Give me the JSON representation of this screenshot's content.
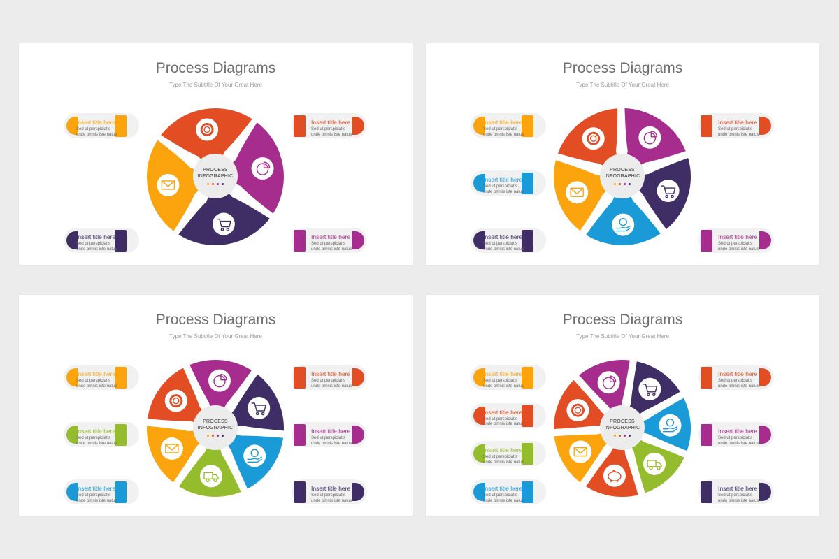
{
  "slide_title": "Process Diagrams",
  "slide_subtitle": "Type The Subtitle Of Your Great Here",
  "center_line1": "PROCESS",
  "center_line2": "INFOGRAPHIC",
  "item_title": "Insert title here",
  "item_desc": "Sed ut perspiciatis\nunde omnis iste natus",
  "colors": {
    "orange": "#fca40d",
    "red": "#e24d24",
    "purple": "#a62c8e",
    "navy": "#3f2e66",
    "blue": "#1a9bd7",
    "green": "#94bc2c",
    "text_gray": "#6e6e6e",
    "dots": [
      "#fca40d",
      "#e24d24",
      "#a62c8e",
      "#3f2e66"
    ]
  },
  "slides": [
    {
      "segments": [
        {
          "color": "orange",
          "icon": "envelope-icon"
        },
        {
          "color": "red",
          "icon": "gear-icon"
        },
        {
          "color": "purple",
          "icon": "pie-chart-icon"
        },
        {
          "color": "navy",
          "icon": "shopping-cart-icon"
        }
      ],
      "labels_left": [
        "orange",
        "navy"
      ],
      "labels_right": [
        "red",
        "purple"
      ]
    },
    {
      "segments": [
        {
          "color": "orange",
          "icon": "envelope-icon"
        },
        {
          "color": "red",
          "icon": "gear-icon"
        },
        {
          "color": "purple",
          "icon": "pie-chart-icon"
        },
        {
          "color": "navy",
          "icon": "shopping-cart-icon"
        },
        {
          "color": "blue",
          "icon": "money-hand-icon"
        }
      ],
      "labels_left": [
        "orange",
        "blue",
        "navy"
      ],
      "labels_right": [
        "red",
        "purple"
      ]
    },
    {
      "segments": [
        {
          "color": "orange",
          "icon": "envelope-icon"
        },
        {
          "color": "red",
          "icon": "gear-icon"
        },
        {
          "color": "purple",
          "icon": "pie-chart-icon"
        },
        {
          "color": "navy",
          "icon": "shopping-cart-icon"
        },
        {
          "color": "blue",
          "icon": "money-hand-icon"
        },
        {
          "color": "green",
          "icon": "delivery-truck-icon"
        }
      ],
      "labels_left": [
        "orange",
        "green",
        "blue"
      ],
      "labels_right": [
        "red",
        "purple",
        "navy"
      ]
    },
    {
      "segments": [
        {
          "color": "orange",
          "icon": "envelope-icon"
        },
        {
          "color": "red",
          "icon": "gear-icon"
        },
        {
          "color": "purple",
          "icon": "pie-chart-icon"
        },
        {
          "color": "navy",
          "icon": "shopping-cart-icon"
        },
        {
          "color": "blue",
          "icon": "money-hand-icon"
        },
        {
          "color": "green",
          "icon": "delivery-truck-icon"
        },
        {
          "color": "red",
          "icon": "piggy-bank-icon"
        }
      ],
      "labels_left": [
        "orange",
        "red",
        "green",
        "blue"
      ],
      "labels_right": [
        "red",
        "purple",
        "navy"
      ]
    }
  ]
}
